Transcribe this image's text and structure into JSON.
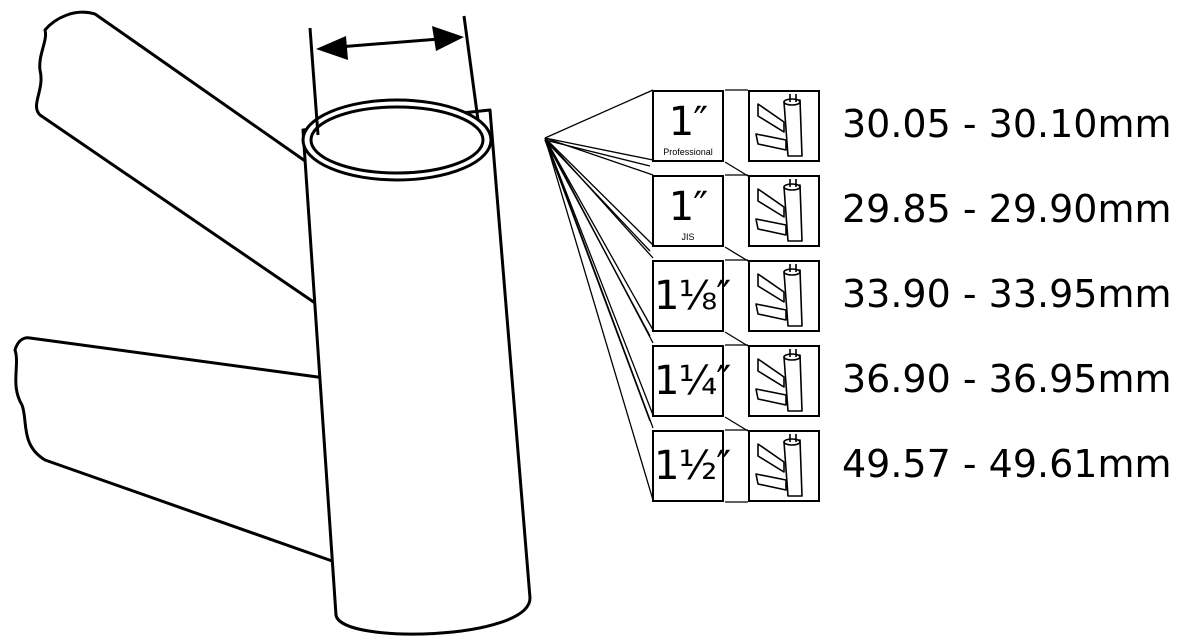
{
  "diagram": {
    "sizes": [
      {
        "size": "1″",
        "note": "Professional",
        "measurement": "30.05 - 30.10mm"
      },
      {
        "size": "1″",
        "note": "JIS",
        "measurement": "29.85 - 29.90mm"
      },
      {
        "size": "1⅛″",
        "note": "",
        "measurement": "33.90 - 33.95mm"
      },
      {
        "size": "1¼″",
        "note": "",
        "measurement": "36.90 - 36.95mm"
      },
      {
        "size": "1½″",
        "note": "",
        "measurement": "49.57 - 49.61mm"
      }
    ],
    "icons": {
      "measure_arrow": "double-arrow-icon",
      "frame": "head-tube-icon"
    }
  }
}
